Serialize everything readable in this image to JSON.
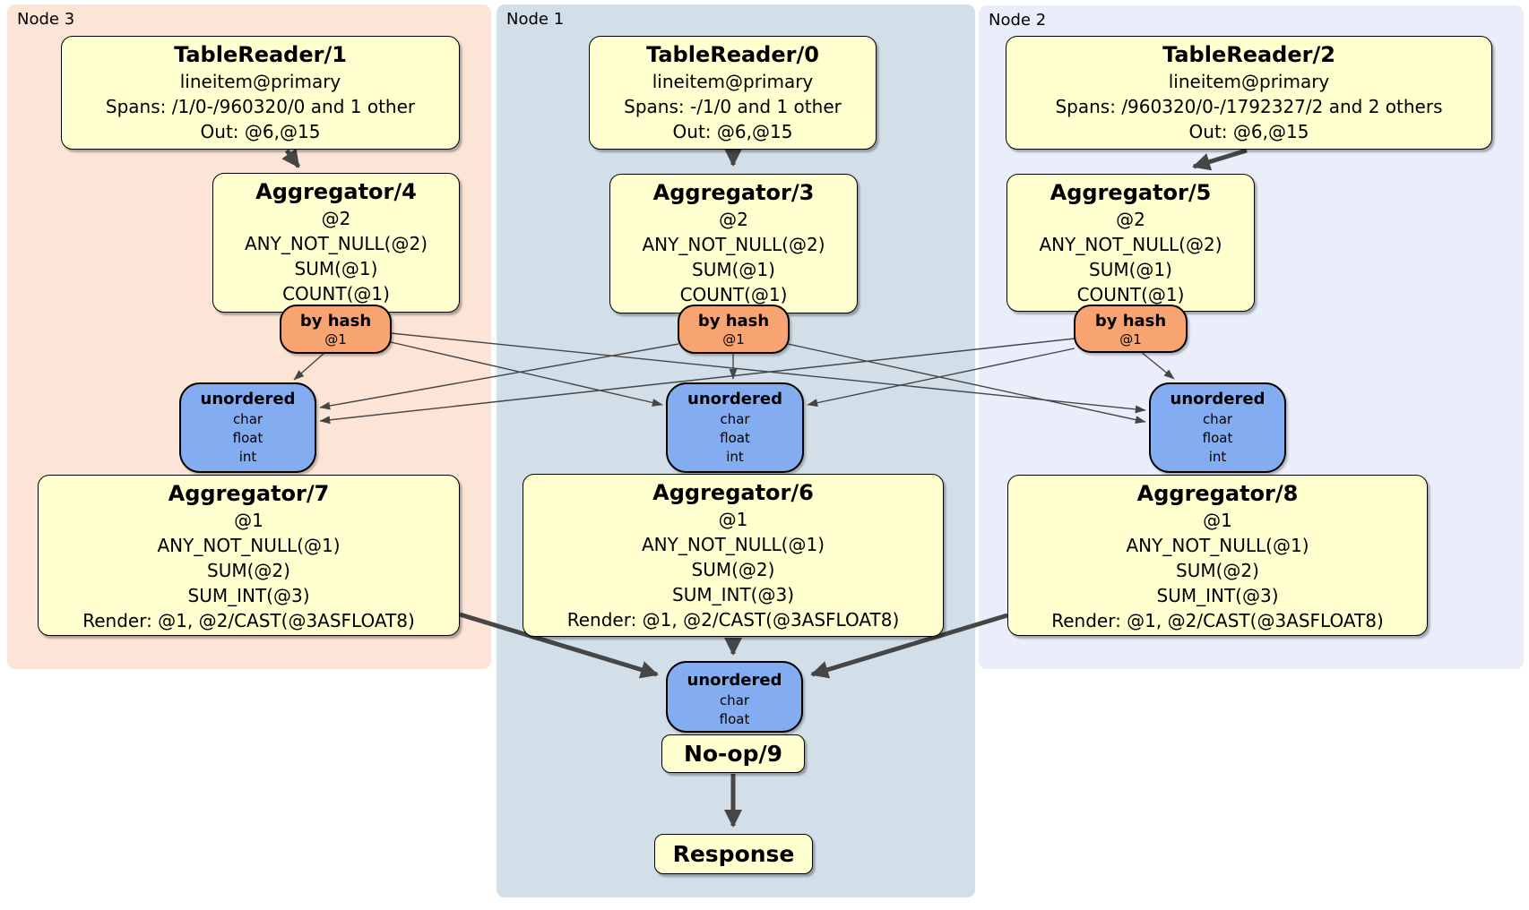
{
  "colors": {
    "canvas_bg": "#ffffff",
    "node1_bg": "#d2dfe9",
    "node2_bg": "#e9eefa",
    "node3_bg": "#fce4d6",
    "processor_bg": "#ffffcf",
    "router_bg": "#f8a472",
    "stream_bg": "#84acf1",
    "edge": "#464646"
  },
  "panels": {
    "node3": {
      "label": "Node 3"
    },
    "node1": {
      "label": "Node 1"
    },
    "node2": {
      "label": "Node 2"
    }
  },
  "processors": {
    "tablereader1": {
      "title": "TableReader/1",
      "lines": [
        "lineitem@primary",
        "Spans: /1/0-/960320/0 and 1 other",
        "Out: @6,@15"
      ]
    },
    "tablereader0": {
      "title": "TableReader/0",
      "lines": [
        "lineitem@primary",
        "Spans: -/1/0 and 1 other",
        "Out: @6,@15"
      ]
    },
    "tablereader2": {
      "title": "TableReader/2",
      "lines": [
        "lineitem@primary",
        "Spans: /960320/0-/1792327/2 and 2 others",
        "Out: @6,@15"
      ]
    },
    "aggregator4": {
      "title": "Aggregator/4",
      "lines": [
        "@2",
        "ANY_NOT_NULL(@2)",
        "SUM(@1)",
        "COUNT(@1)"
      ]
    },
    "aggregator3": {
      "title": "Aggregator/3",
      "lines": [
        "@2",
        "ANY_NOT_NULL(@2)",
        "SUM(@1)",
        "COUNT(@1)"
      ]
    },
    "aggregator5": {
      "title": "Aggregator/5",
      "lines": [
        "@2",
        "ANY_NOT_NULL(@2)",
        "SUM(@1)",
        "COUNT(@1)"
      ]
    },
    "aggregator7": {
      "title": "Aggregator/7",
      "lines": [
        "@1",
        "ANY_NOT_NULL(@1)",
        "SUM(@2)",
        "SUM_INT(@3)",
        "Render: @1, @2/CAST(@3ASFLOAT8)"
      ]
    },
    "aggregator6": {
      "title": "Aggregator/6",
      "lines": [
        "@1",
        "ANY_NOT_NULL(@1)",
        "SUM(@2)",
        "SUM_INT(@3)",
        "Render: @1, @2/CAST(@3ASFLOAT8)"
      ]
    },
    "aggregator8": {
      "title": "Aggregator/8",
      "lines": [
        "@1",
        "ANY_NOT_NULL(@1)",
        "SUM(@2)",
        "SUM_INT(@3)",
        "Render: @1, @2/CAST(@3ASFLOAT8)"
      ]
    },
    "noop9": {
      "title": "No-op/9"
    },
    "response": {
      "title": "Response"
    }
  },
  "routers": {
    "by_hash4": {
      "title": "by hash",
      "key": "@1"
    },
    "by_hash3": {
      "title": "by hash",
      "key": "@1"
    },
    "by_hash5": {
      "title": "by hash",
      "key": "@1"
    }
  },
  "streams": {
    "unordered_left": {
      "title": "unordered",
      "types": [
        "char",
        "float",
        "int"
      ]
    },
    "unordered_mid": {
      "title": "unordered",
      "types": [
        "char",
        "float",
        "int"
      ]
    },
    "unordered_right": {
      "title": "unordered",
      "types": [
        "char",
        "float",
        "int"
      ]
    },
    "unordered_final": {
      "title": "unordered",
      "types": [
        "char",
        "float"
      ]
    }
  }
}
